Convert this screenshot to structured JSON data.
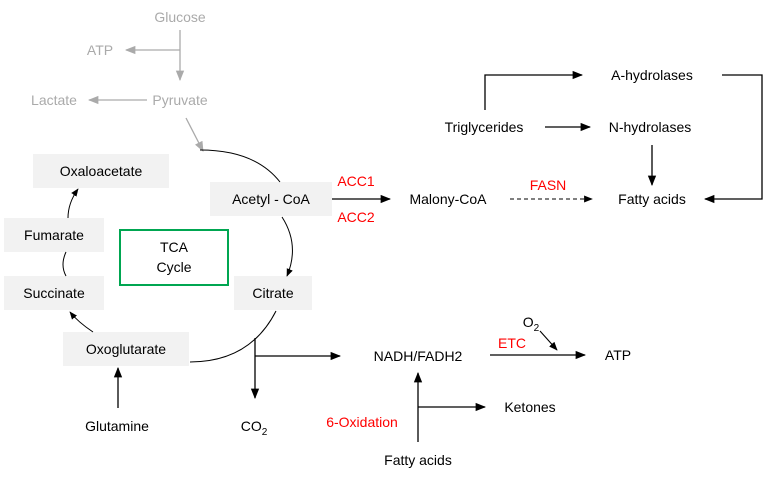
{
  "nodes": {
    "glucose": "Glucose",
    "atp_top": "ATP",
    "lactate": "Lactate",
    "pyruvate": "Pyruvate",
    "oxaloacetate": "Oxaloacetate",
    "acetyl_coa": "Acetyl - CoA",
    "fumarate": "Fumarate",
    "tca_line1": "TCA",
    "tca_line2": "Cycle",
    "succinate": "Succinate",
    "citrate": "Citrate",
    "oxoglutarate": "Oxoglutarate",
    "glutamine": "Glutamine",
    "co2_base": "CO",
    "co2_sub": "2",
    "malony_coa": "Malony-CoA",
    "triglycerides": "Triglycerides",
    "a_hydrolases": "A-hydrolases",
    "n_hydrolases": "N-hydrolases",
    "fatty_acids_right": "Fatty acids",
    "nadh_fadh2": "NADH/FADH2",
    "atp_right": "ATP",
    "o2_base": "O",
    "o2_sub": "2",
    "ketones": "Ketones",
    "fatty_acids_bottom": "Fatty acids"
  },
  "enzymes": {
    "acc1": "ACC1",
    "acc2": "ACC2",
    "fasn": "FASN",
    "etc": "ETC",
    "beta_oxidation": "6-Oxidation"
  },
  "colors": {
    "muted": "#aaaaaa",
    "enzyme": "#ff0000",
    "tca_box": "#00a651",
    "node_box": "#f2f2f2"
  }
}
